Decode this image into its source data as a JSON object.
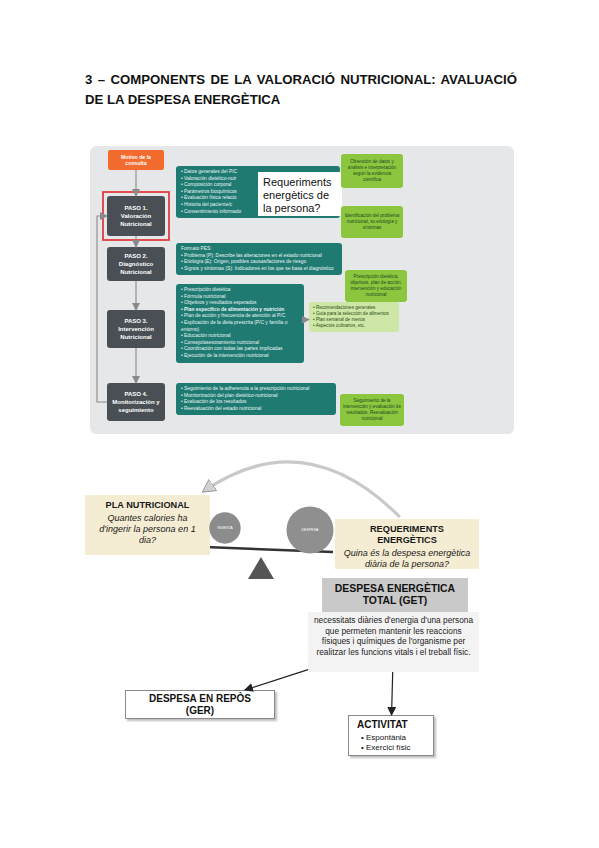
{
  "diagram": {
    "title": "3 – COMPONENTS DE LA VALORACIÓ NUTRICIONAL: AVALUACIÓ DE LA DESPESA ENERGÈTICA",
    "nodes": [
      {
        "text": [
          "Motivo de la consulta"
        ]
      },
      {
        "text": [
          "PASO 1. Valoración Nutricional"
        ]
      },
      {
        "text": [
          "• Datos generales del P/C",
          "• Valoración dietético-nutr",
          "• Composición corporal",
          "• Parámetros bioquímicos",
          "• Evaluación física relacio",
          "• Historia del paciente/c",
          "• Consentimiento informado"
        ]
      },
      {
        "text": [
          "Requeriments energètics de la persona?"
        ]
      },
      {
        "text": [
          "Obtención de datos y análisis e interpretación según la evidencia científica"
        ]
      },
      {
        "text": [
          "Identificación del problema nutricional, su etiología y síntomas"
        ]
      },
      {
        "text": [
          "PASO 2. Diagnóstico Nutricional"
        ]
      },
      {
        "text": [
          "Formato PES:",
          "• Problema (P): Describe las alteraciones en el estado nutricional",
          "• Etiología (E): Origen, posibles causas/factores de riesgo",
          "• Signos y síntomas (S): Indicadores en los que se basa el diagnóstico"
        ]
      },
      {
        "text": [
          "Prescripción dietética, objetivos, plan de acción, intervención y educación nutricional"
        ]
      },
      {
        "text": [
          "PASO 3. Intervención Nutricional"
        ]
      },
      {
        "text": [
          "• Prescripción dietética",
          "• Fórmula nutricional",
          "• Objetivos y resultados esperados",
          "• Plan específico de alimentación y nutrición",
          "• Plan de acción y frecuencia de atención al P/C",
          "• Explicación de la dieta prescrita (P/C y familia o entorno)",
          "• Educación nutricional",
          "• Consejo/asesoramiento nutricional",
          "• Coordinación con todas las partes implicadas",
          "• Ejecución de la intervención nutricional"
        ]
      },
      {
        "text": [
          "• Recomendaciones generales",
          "• Guía para la selección de alimentos",
          "• Plan semanal de menús",
          "• Aspectos culinarios, etc."
        ]
      },
      {
        "text": [
          "PASO 4. Monitorización y seguimiento"
        ]
      },
      {
        "text": [
          "• Seguimiento de la adherencia a la prescripción nutricional",
          "• Monitorización del plan dietético-nutricional",
          "• Evaluación de los resultados",
          "• Reevaluación del estado nutricional"
        ]
      },
      {
        "text": [
          "Seguimiento de la intervención y evaluación de resultados. Reevaluación nutricional"
        ]
      },
      {
        "text": [
          "PLA NUTRICIONAL",
          "Quantes calories ha d'ingerir la persona en 1 dia?"
        ]
      },
      {
        "text": [
          "INGESTA"
        ]
      },
      {
        "text": [
          "DESPESA"
        ]
      },
      {
        "text": [
          "REQUERIMENTS ENERGÈTICS",
          "Quina és la despesa energètica diària de la persona?"
        ]
      },
      {
        "text": [
          "DESPESA ENERGÈTICA TOTAL (GET)"
        ]
      },
      {
        "text": [
          "necessitats diàries d'energia d'una persona que permeten mantenir les reaccions físiques i químiques de l'organisme per realitzar les funcions vitals i el treball físic."
        ]
      },
      {
        "text": [
          "DESPESA EN REPÒS (GER)"
        ]
      },
      {
        "text": [
          "ACTIVITAT",
          "• Espontània",
          "• Exercici físic"
        ]
      }
    ],
    "edges": [
      {
        "from": 0,
        "to": 1,
        "arrow": "to"
      },
      {
        "from": 1,
        "to": 6,
        "arrow": "to"
      },
      {
        "from": 6,
        "to": 9,
        "arrow": "to"
      },
      {
        "from": 9,
        "to": 12,
        "arrow": "to"
      },
      {
        "from": 12,
        "to": 1,
        "arrow": "to"
      },
      {
        "from": 10,
        "to": 11,
        "arrow": "to"
      },
      {
        "from": 18,
        "to": 15,
        "arrow": "to"
      },
      {
        "from": 20,
        "to": 21,
        "arrow": "to"
      },
      {
        "from": 20,
        "to": 22,
        "arrow": "to"
      }
    ]
  }
}
